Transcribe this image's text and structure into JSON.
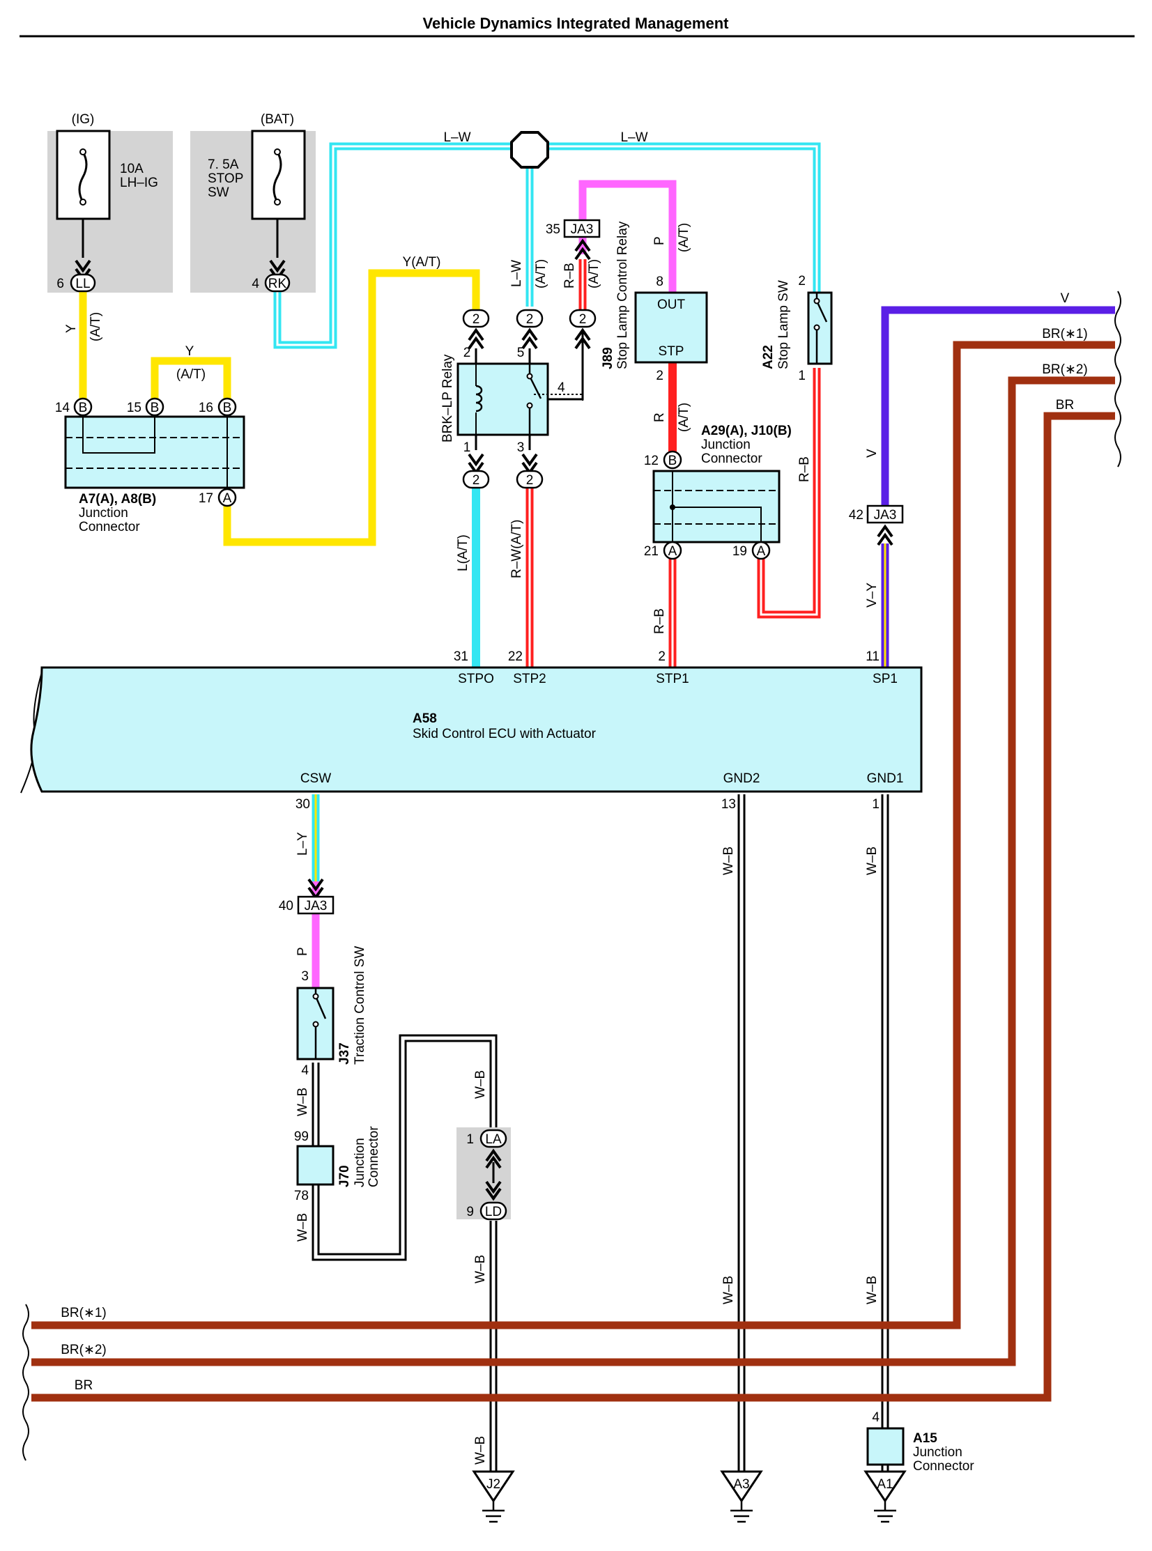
{
  "title": "Vehicle Dynamics Integrated Management",
  "colors": {
    "L": "#33e6f2",
    "Y": "#ffe600",
    "P": "#ff66ff",
    "R": "#ff2020",
    "V": "#5a1fe6",
    "BR": "#a03010",
    "W": "#ffffff",
    "B": "#000000",
    "component_fill": "#c8f6fa",
    "shade": "#d4d4d4"
  },
  "icons": [
    "fuse-icon",
    "switch-icon",
    "relay-coil-icon",
    "ground-icon",
    "splice-hexagon-icon",
    "arrow-connector-icon"
  ],
  "power": {
    "ig": {
      "source": "(IG)",
      "fuse": [
        "10A",
        "LH–IG"
      ],
      "connector": "LL",
      "pin": "6"
    },
    "bat": {
      "source": "(BAT)",
      "fuse": [
        "7. 5A",
        "STOP",
        "SW"
      ],
      "connector": "RK",
      "pin": "4"
    }
  },
  "wires": {
    "lw_left": "L–W",
    "lw_right": "L–W",
    "y_at_top": "Y(A/T)",
    "y_left": "Y",
    "at_left": "(A/T)",
    "y_jumper": "Y",
    "at_jumper": "(A/T)",
    "lw_vert": "L–W",
    "at_lw": "(A/T)",
    "rb_up": "R–B",
    "at_rb": "(A/T)",
    "p_top": "P",
    "at_p": "(A/T)",
    "r_mid": "R",
    "at_r": "(A/T)",
    "rb_right": "R–B",
    "l_at": "L(A/T)",
    "rw_at": "R–W(A/T)",
    "rb_stp1": "R–B",
    "v_vert": "V",
    "vy": "V–Y",
    "ly": "L–Y",
    "p_csw": "P",
    "wb_1": "W–B",
    "wb_2": "W–B",
    "wb_3": "W–B",
    "wb_4": "W–B",
    "wb_5": "W–B",
    "wb_6": "W–B",
    "wb_7": "W–B",
    "wb_8": "W–B",
    "right_v": "V",
    "right_br1": "BR(∗1)",
    "right_br2": "BR(∗2)",
    "right_br": "BR",
    "left_br1": "BR(∗1)",
    "left_br2": "BR(∗2)",
    "left_br": "BR"
  },
  "junction_a7": {
    "name": "A7(A), A8(B)",
    "desc": [
      "Junction",
      "Connector"
    ],
    "pins": [
      {
        "num": "14",
        "tag": "B"
      },
      {
        "num": "15",
        "tag": "B"
      },
      {
        "num": "16",
        "tag": "B"
      },
      {
        "num": "17",
        "tag": "A"
      }
    ]
  },
  "brk_relay": {
    "name": "BRK–LP Relay",
    "pins": {
      "p2a": "2",
      "p5": "5",
      "p4": "4",
      "p1": "1",
      "p3": "3"
    },
    "connector_tag": "2"
  },
  "j89": {
    "code": "J89",
    "name": "Stop Lamp Control Relay",
    "out": "OUT",
    "stp": "STP",
    "pin_out": "8",
    "pin_stp": "2"
  },
  "a22": {
    "code": "A22",
    "name": "Stop Lamp SW",
    "pin_top": "2",
    "pin_bottom": "1"
  },
  "ja3_top": {
    "tag": "JA3",
    "pin": "35"
  },
  "ja3_sp1": {
    "tag": "JA3",
    "pin": "42"
  },
  "ja3_csw": {
    "tag": "JA3",
    "pin": "40"
  },
  "a29": {
    "name": "A29(A), J10(B)",
    "desc": [
      "Junction",
      "Connector"
    ],
    "pins": [
      {
        "num": "12",
        "tag": "B"
      },
      {
        "num": "21",
        "tag": "A"
      },
      {
        "num": "19",
        "tag": "A"
      }
    ]
  },
  "ecu": {
    "code": "A58",
    "name": "Skid Control ECU with Actuator",
    "terminals": [
      {
        "pin": "31",
        "label": "STPO"
      },
      {
        "pin": "22",
        "label": "STP2"
      },
      {
        "pin": "2",
        "label": "STP1"
      },
      {
        "pin": "11",
        "label": "SP1"
      },
      {
        "pin": "30",
        "label": "CSW"
      },
      {
        "pin": "13",
        "label": "GND2"
      },
      {
        "pin": "1",
        "label": "GND1"
      }
    ]
  },
  "j37": {
    "code": "J37",
    "name": "Traction Control SW",
    "pin_top": "3",
    "pin_bottom": "4"
  },
  "j70": {
    "code": "J70",
    "desc": [
      "Junction",
      "Connector"
    ],
    "pin_top": "99",
    "pin_bottom": "78"
  },
  "la_ld": {
    "la": "LA",
    "ld": "LD",
    "pin_la": "1",
    "pin_ld": "9"
  },
  "a15": {
    "code": "A15",
    "desc": [
      "Junction",
      "Connector"
    ],
    "pin": "4"
  },
  "grounds": [
    "J2",
    "A3",
    "A1"
  ]
}
